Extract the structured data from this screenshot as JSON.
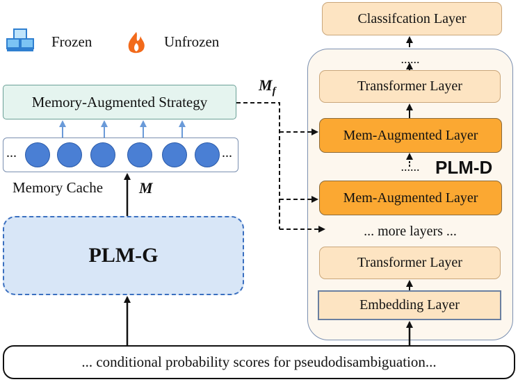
{
  "legend": {
    "frozen_label": "Frozen",
    "unfrozen_label": "Unfrozen",
    "frozen_icon": "frozen-cubes-icon",
    "unfrozen_icon": "flame-icon"
  },
  "plm_d": {
    "label": "PLM-D",
    "layers": {
      "classification": "Classifcation Layer",
      "top_dots": "......",
      "transformer_top": "Transformer Layer",
      "mem_augmented_1": "Mem-Augmented Layer",
      "mid_dots": "......",
      "mem_augmented_2": "Mem-Augmented Layer",
      "more_layers": "... more layers ...",
      "transformer_bottom": "Transformer Layer",
      "embedding": "Embedding Layer"
    }
  },
  "left": {
    "strategy": "Memory-Augmented Strategy",
    "mf_label_main": "M",
    "mf_label_sub": "f",
    "cache_label": "Memory  Cache",
    "m_label": "M",
    "cache_ellipsis": "...",
    "plm_g": "PLM-G"
  },
  "bottom_input": "... conditional probability scores for pseudodisambiguation...",
  "colors": {
    "mem_layer_fill": "#fba832",
    "layer_fill": "#fde4c2",
    "plm_g_fill": "#d8e6f7",
    "strategy_fill": "#e5f4ef",
    "cache_circle": "#4a7fd4",
    "flame": "#f26a1b"
  }
}
